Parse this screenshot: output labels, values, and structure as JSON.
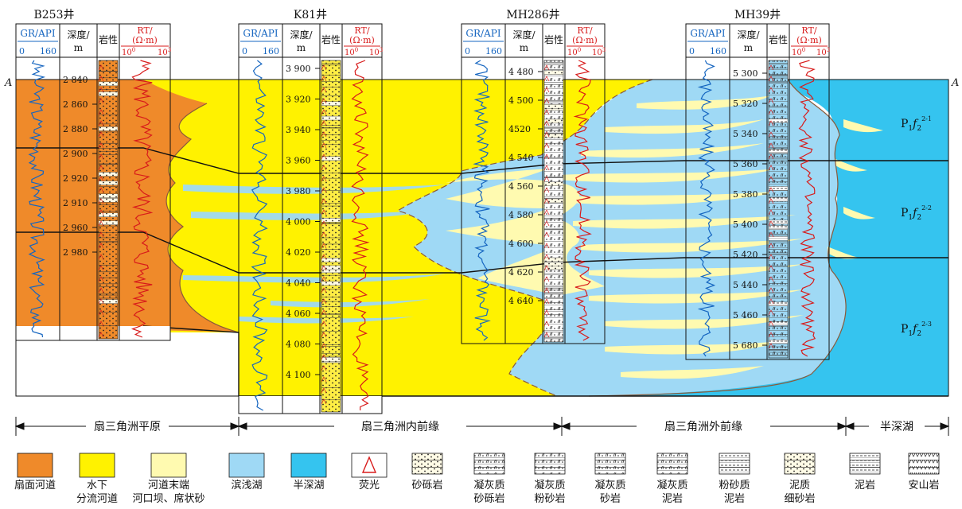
{
  "colors": {
    "fan_channel": "#ef8a2a",
    "underwater_channel": "#fff200",
    "mouth_bar": "#fffab0",
    "shallow_lake": "#9fd9f5",
    "semi_deep_lake": "#35c4ef",
    "gr_curve": "#1565c0",
    "rt_curve": "#d81b1b"
  },
  "section": {
    "left_marker": "A",
    "right_marker": "A"
  },
  "header_labels": {
    "gr": "GR/API",
    "gr_min": "0",
    "gr_max": "160",
    "depth_line1": "深度/",
    "depth_line2": "m",
    "lith": "岩性",
    "rt_line1": "RT/",
    "rt_line2": "(Ω·m)",
    "rt_min": "10",
    "rt_max": "10",
    "rt_min_exp": "0",
    "rt_max_exp": "3"
  },
  "wells": [
    {
      "name": "B253井",
      "depths": [
        "2 840",
        "2 860",
        "2 880",
        "2 900",
        "2 920",
        "2 910",
        "2 960",
        "2 980"
      ]
    },
    {
      "name": "K81井",
      "depths": [
        "3 900",
        "3 920",
        "3 940",
        "3 960",
        "3 980",
        "4 000",
        "4 020",
        "4 040",
        "4 060",
        "4 080",
        "4 100"
      ]
    },
    {
      "name": "MH286井",
      "depths": [
        "4 480",
        "4 500",
        "4520",
        "4 540",
        "4 560",
        "4 580",
        "4 600",
        "4 620",
        "4 640"
      ]
    },
    {
      "name": "MH39井",
      "depths": [
        "5 300",
        "5 320",
        "5 340",
        "5 360",
        "5 380",
        "5 400",
        "5 420",
        "5 440",
        "5 460",
        "5 680"
      ]
    }
  ],
  "units": [
    {
      "base": "P",
      "sub": "1",
      "letter": "f",
      "sub2": "2",
      "sup": "2-1"
    },
    {
      "base": "P",
      "sub": "1",
      "letter": "f",
      "sub2": "2",
      "sup": "2-2"
    },
    {
      "base": "P",
      "sub": "1",
      "letter": "f",
      "sub2": "2",
      "sup": "2-3"
    }
  ],
  "facies_zones": [
    "扇三角洲平原",
    "扇三角洲内前缘",
    "扇三角洲外前缘",
    "半深湖"
  ],
  "legend": [
    {
      "id": "fan_channel",
      "line1": "扇面河道",
      "line2": ""
    },
    {
      "id": "underwater_channel",
      "line1": "水下",
      "line2": "分流河道"
    },
    {
      "id": "mouth_bar",
      "line1": "河道末端",
      "line2": "河口坝、席状砂"
    },
    {
      "id": "shallow_lake",
      "line1": "滨浅湖",
      "line2": ""
    },
    {
      "id": "semi_deep_lake",
      "line1": "半深湖",
      "line2": ""
    },
    {
      "id": "fluorescence",
      "line1": "荧光",
      "line2": ""
    },
    {
      "id": "sandy_conglomerate",
      "line1": "砂砾岩",
      "line2": ""
    },
    {
      "id": "tuff_conglomerate",
      "line1": "凝灰质",
      "line2": "砂砾岩"
    },
    {
      "id": "tuff_siltstone",
      "line1": "凝灰质",
      "line2": "粉砂岩"
    },
    {
      "id": "tuff_sandstone",
      "line1": "凝灰质",
      "line2": "砂岩"
    },
    {
      "id": "tuff_mudstone",
      "line1": "凝灰质",
      "line2": "泥岩"
    },
    {
      "id": "silty_mudstone",
      "line1": "粉砂质",
      "line2": "泥岩"
    },
    {
      "id": "muddy_fine_sandstone",
      "line1": "泥质",
      "line2": "细砂岩"
    },
    {
      "id": "mudstone",
      "line1": "泥岩",
      "line2": ""
    },
    {
      "id": "andesite",
      "line1": "安山岩",
      "line2": ""
    }
  ]
}
